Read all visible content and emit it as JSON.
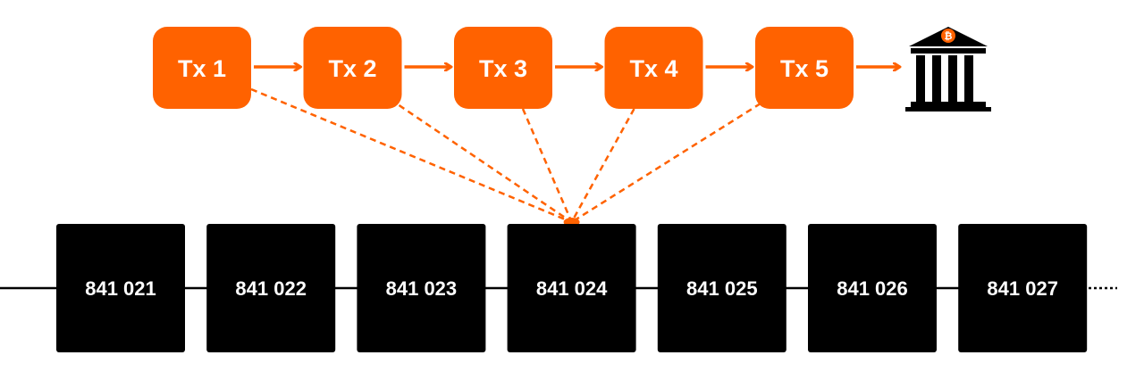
{
  "colors": {
    "accent": "#FF6200",
    "block": "#000000",
    "line": "#000000",
    "background": "#FFFFFF"
  },
  "transactions": [
    {
      "label": "Tx 1"
    },
    {
      "label": "Tx 2"
    },
    {
      "label": "Tx 3"
    },
    {
      "label": "Tx 4"
    },
    {
      "label": "Tx 5"
    }
  ],
  "destination": {
    "icon": "bank-icon",
    "badge_icon": "bitcoin-icon"
  },
  "blocks": [
    {
      "label": "841 021"
    },
    {
      "label": "841 022"
    },
    {
      "label": "841 023"
    },
    {
      "label": "841 024"
    },
    {
      "label": "841 025"
    },
    {
      "label": "841 026"
    },
    {
      "label": "841 027"
    }
  ],
  "target_block": "841 024"
}
